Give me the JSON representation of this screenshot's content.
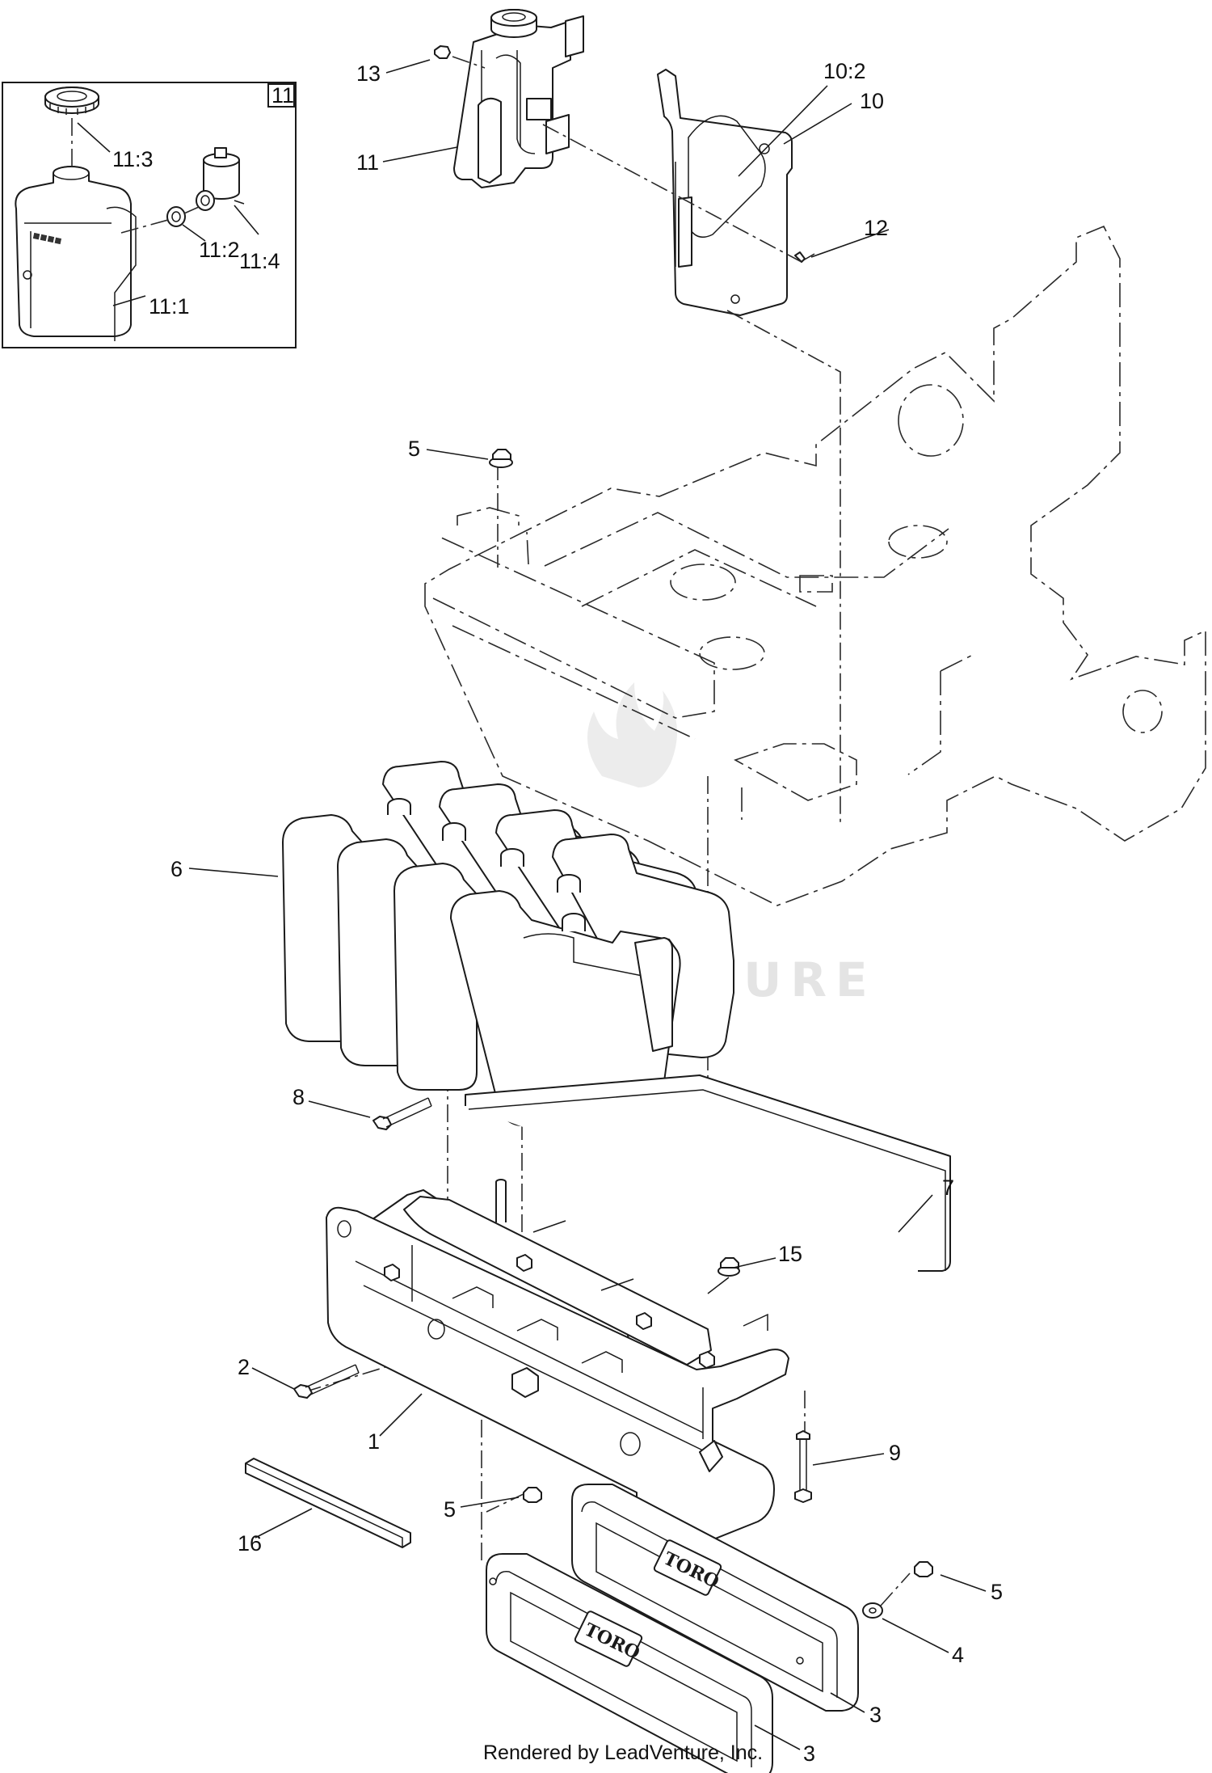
{
  "watermark": "LEADVENTURE",
  "footer": "Rendered by LeadVenture, Inc.",
  "inset": {
    "label": "11",
    "callouts": [
      "11:3",
      "11:2",
      "11:4",
      "11:1"
    ]
  },
  "callouts": {
    "c13": "13",
    "c11": "11",
    "c10_2": "10:2",
    "c10": "10",
    "c12": "12",
    "c5a": "5",
    "c6": "6",
    "c8": "8",
    "c7": "7",
    "c15": "15",
    "c2": "2",
    "c1": "1",
    "c9": "9",
    "c5b": "5",
    "c16": "16",
    "c5c": "5",
    "c4": "4",
    "c3a": "3",
    "c3b": "3"
  },
  "logos": [
    "TORO",
    "TORO"
  ]
}
